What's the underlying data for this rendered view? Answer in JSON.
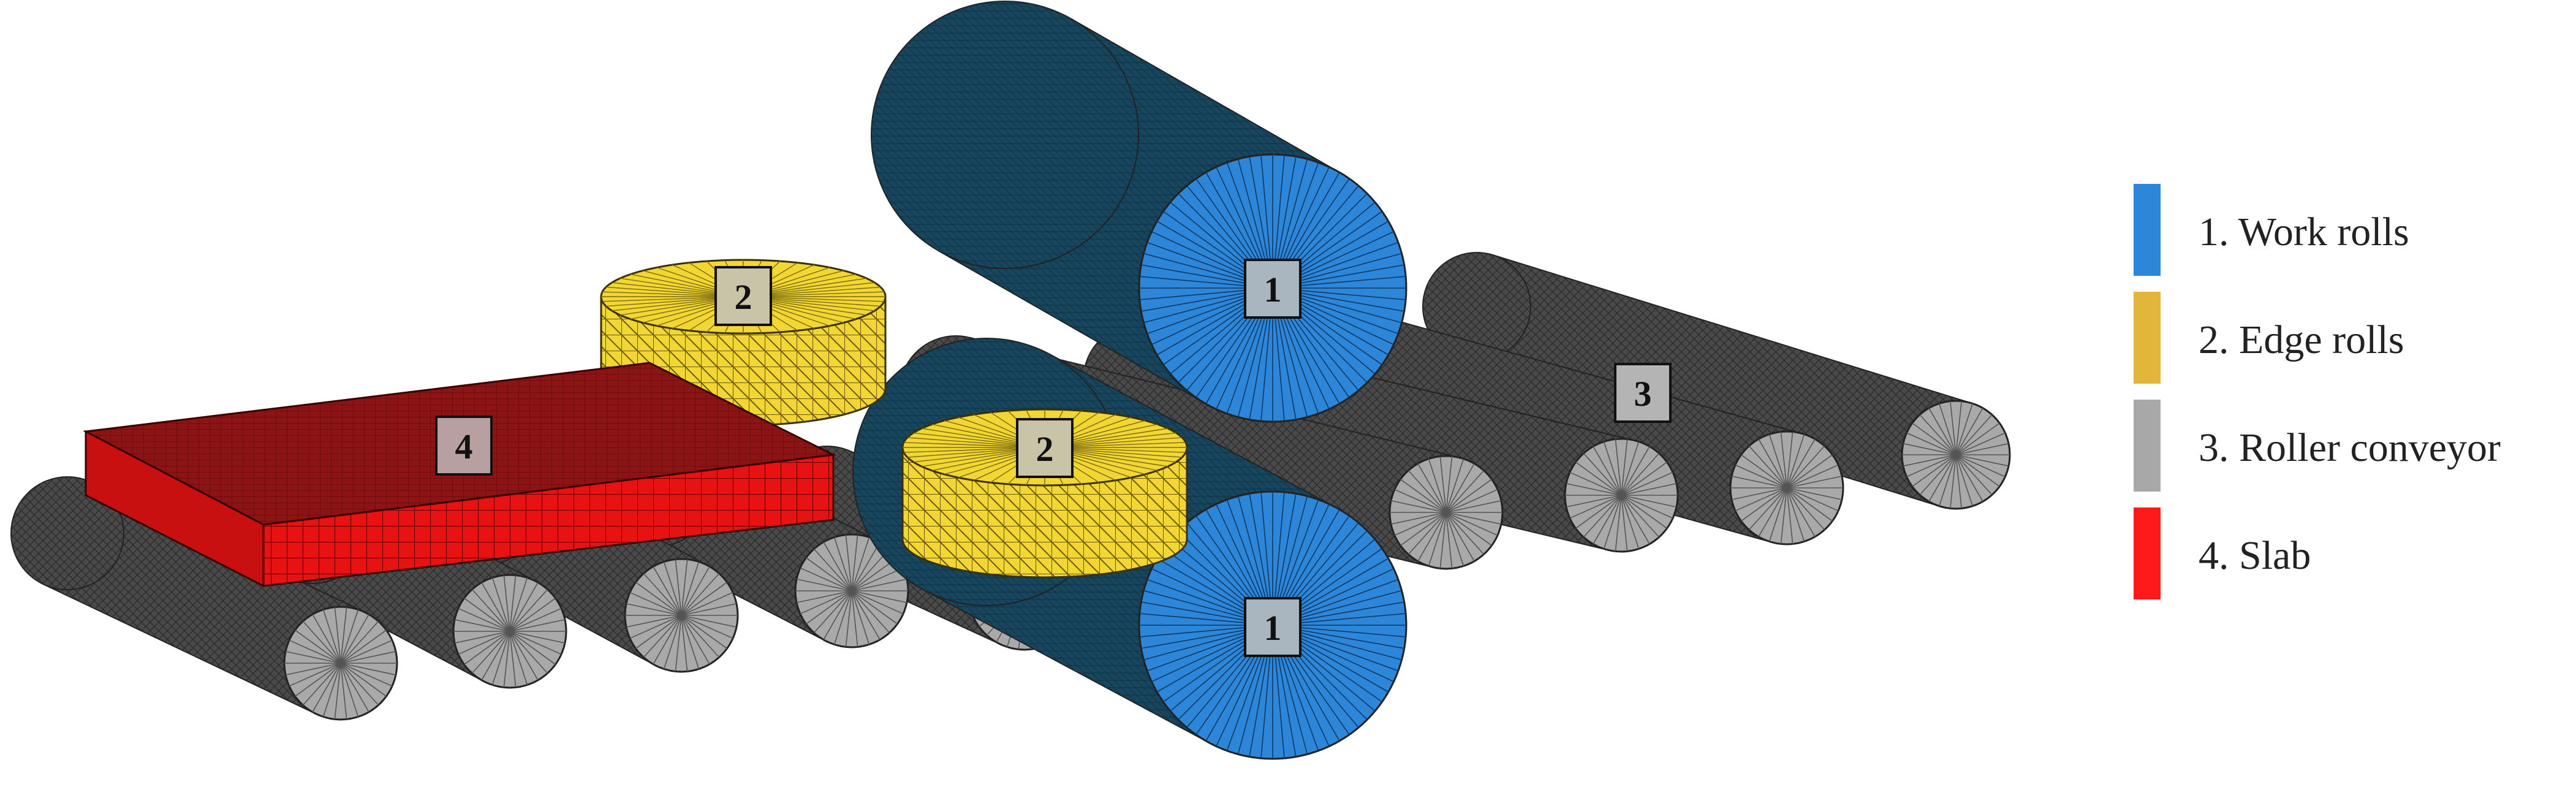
{
  "colors": {
    "work_roll_face": "#2e86d8",
    "work_roll_body": "#17465e",
    "edge_roll": "#f2d633",
    "conveyor_face": "#a9a9a9",
    "conveyor_body": "#4a4a4a",
    "slab_front": "#e81212",
    "slab_top": "#8c1414",
    "legend_work": "#2e86d8",
    "legend_edge": "#e2b63a",
    "legend_conveyor": "#a8a8a8",
    "legend_slab": "#ff1a1a"
  },
  "labels": {
    "work_roll_top": "1",
    "work_roll_bottom": "1",
    "edge_roll_left": "2",
    "edge_roll_right": "2",
    "conveyor": "3",
    "slab": "4"
  },
  "legend": [
    {
      "label": "1. Work rolls",
      "color": "#2e86d8"
    },
    {
      "label": "2. Edge rolls",
      "color": "#e2b63a"
    },
    {
      "label": "3. Roller conveyor",
      "color": "#a8a8a8"
    },
    {
      "label": "4. Slab",
      "color": "#ff1a1a"
    }
  ]
}
